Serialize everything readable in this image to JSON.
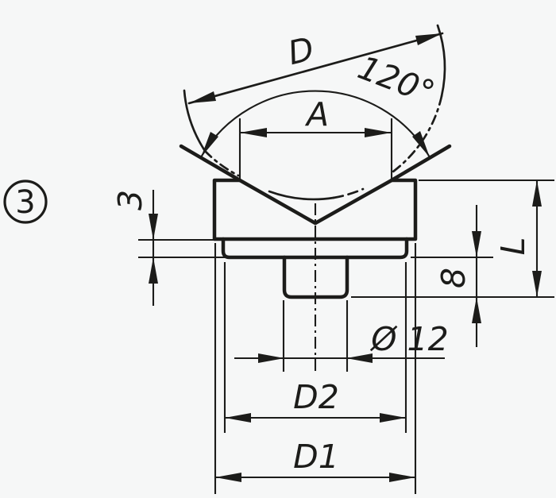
{
  "drawing": {
    "balloon_number": "3",
    "colors": {
      "background": "#f6f7f7",
      "line": "#1c1c1a"
    },
    "labels": {
      "sphere_diameter": "D",
      "vee_angle": "120°",
      "contact_width": "A",
      "collar_thickness": "3",
      "total_length": "L",
      "thread_length": "8",
      "thread_diameter": "Ø 12",
      "collar_diameter": "D2",
      "body_diameter": "D1"
    }
  }
}
